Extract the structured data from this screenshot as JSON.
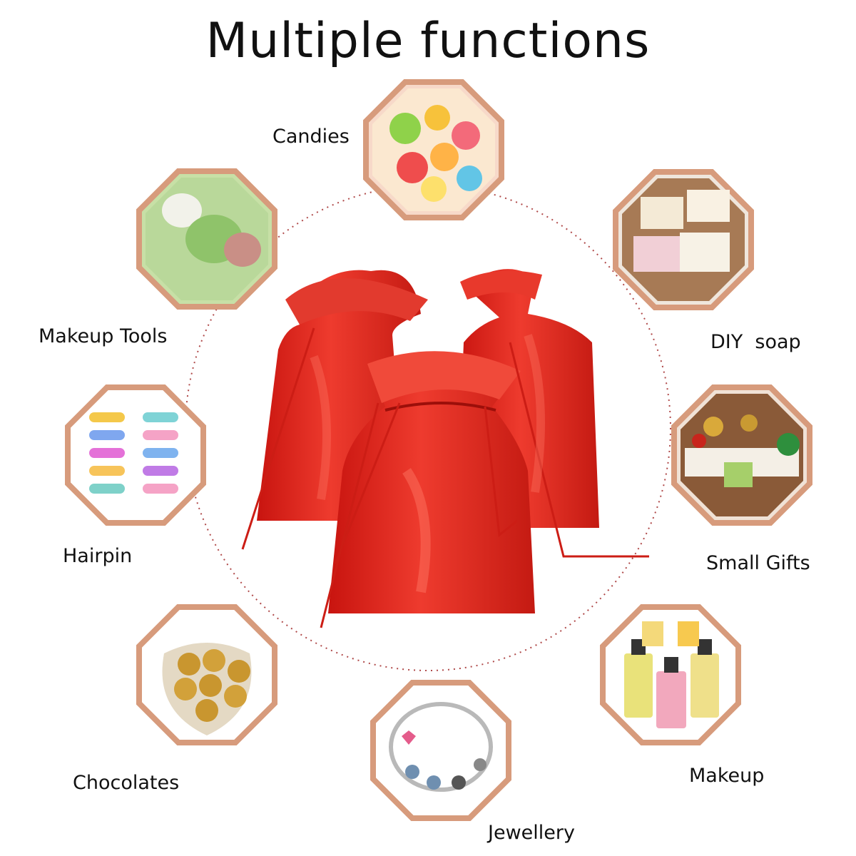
{
  "title": "Multiple functions",
  "items": [
    {
      "label": "Candies",
      "icon": "candies-photo-icon"
    },
    {
      "label": "Makeup Tools",
      "icon": "makeup-sponges-photo-icon"
    },
    {
      "label": "DIY  soap",
      "icon": "soap-bars-photo-icon"
    },
    {
      "label": "Hairpin",
      "icon": "hairpins-photo-icon"
    },
    {
      "label": "Small Gifts",
      "icon": "gift-box-photo-icon"
    },
    {
      "label": "Chocolates",
      "icon": "chocolates-photo-icon"
    },
    {
      "label": "Makeup",
      "icon": "perfume-bottles-photo-icon"
    },
    {
      "label": "Jewellery",
      "icon": "bracelet-photo-icon"
    }
  ],
  "center": {
    "icon": "red-satin-drawstring-bags-icon"
  },
  "colors": {
    "frame": "#d79b7c",
    "bag": "#e0251d",
    "bag_dark": "#b5120e",
    "flower": "#f2a4a0",
    "leaf": "#7e9a84",
    "dots": "#b04a4a"
  }
}
